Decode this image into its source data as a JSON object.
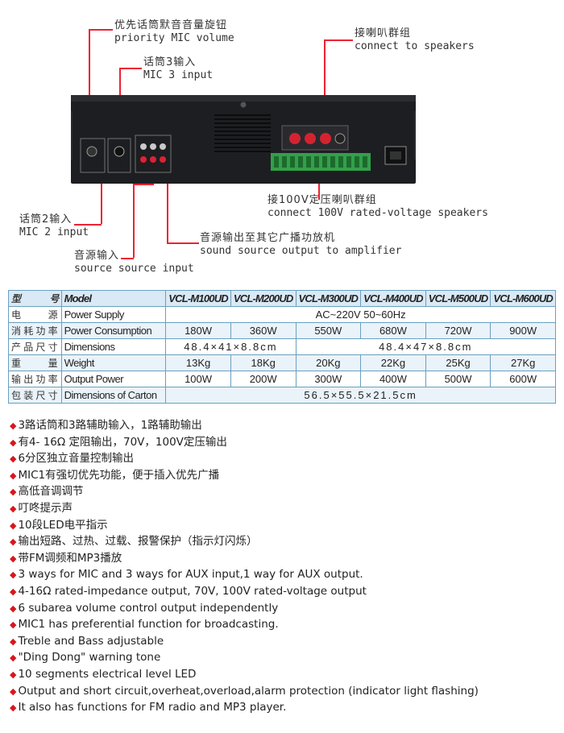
{
  "callouts": {
    "priority_zh": "优先话筒默音音量旋钮",
    "priority_en": "priority MIC volume",
    "mic3_zh": "话筒3输入",
    "mic3_en": "MIC 3 input",
    "speakers_zh": "接喇叭群组",
    "speakers_en": "connect to speakers",
    "rated_zh": "接100V定压喇叭群组",
    "rated_en": "connect 100V rated-voltage speakers",
    "mic2_zh": "话筒2输入",
    "mic2_en": "MIC 2 input",
    "amp_zh": "音源输出至其它广播功放机",
    "amp_en": "sound source output to amplifier",
    "source_zh": "音源输入",
    "source_en": "source source input"
  },
  "spec_table": {
    "header": {
      "zh": "型　　号",
      "en": "Model",
      "models": [
        "VCL-M100UD",
        "VCL-M200UD",
        "VCL-M300UD",
        "VCL-M400UD",
        "VCL-M500UD",
        "VCL-M600UD"
      ]
    },
    "power_supply": {
      "zh": "电　　源",
      "en": "Power Supply",
      "value": "AC~220V  50~60Hz"
    },
    "power_consumption": {
      "zh": "消耗功率",
      "en": "Power Consumption",
      "values": [
        "180W",
        "360W",
        "550W",
        "680W",
        "720W",
        "900W"
      ]
    },
    "dimensions": {
      "zh": "产品尺寸",
      "en": "Dimensions",
      "small": "48.4×41×8.8cm",
      "large": "48.4×47×8.8cm"
    },
    "weight": {
      "zh": "重　　量",
      "en": "Weight",
      "values": [
        "13Kg",
        "18Kg",
        "20Kg",
        "22Kg",
        "25Kg",
        "27Kg"
      ]
    },
    "output_power": {
      "zh": "输出功率",
      "en": "Output Power",
      "values": [
        "100W",
        "200W",
        "300W",
        "400W",
        "500W",
        "600W"
      ]
    },
    "carton": {
      "zh": "包装尺寸",
      "en": "Dimensions of Carton",
      "value": "56.5×55.5×21.5cm"
    }
  },
  "features": [
    "3路话筒和3路辅助输入，1路辅助输出",
    "有4- 16Ω 定阻输出，70V，100V定压输出",
    "6分区独立音量控制输出",
    "MIC1有强切优先功能，便于插入优先广播",
    "高低音调调节",
    "叮咚提示声",
    "10段LED电平指示",
    "输出短路、过热、过载、报警保护（指示灯闪烁）",
    "带FM调频和MP3播放",
    "3 ways for MIC and 3 ways for AUX input,1 way for AUX output.",
    "4-16Ω rated-impedance output, 70V, 100V rated-voltage output",
    "6 subarea volume control output independently",
    "MIC1 has preferential function for broadcasting.",
    "Treble and Bass adjustable",
    "\"Ding Dong\" warning tone",
    "10 segments electrical level LED",
    "Output and short circuit,overheat,overload,alarm protection (indicator light flashing)",
    "It also has functions for FM radio and MP3 player."
  ],
  "colors": {
    "callout_line": "#e22233",
    "bullet": "#d8161e",
    "table_border": "#6a9fc0",
    "table_header": "#d9e9f5"
  }
}
